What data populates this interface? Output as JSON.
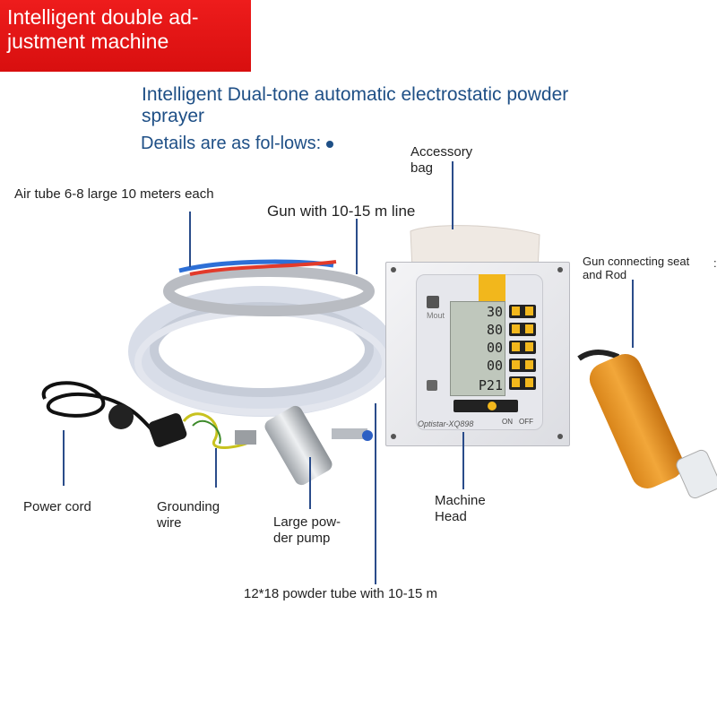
{
  "banner": {
    "text": "Intelligent double ad-justment machine"
  },
  "subtitle": "Intelligent Dual-tone automatic electrostatic powder sprayer",
  "details": "Details are as fol-lows:",
  "labels": {
    "air_tube": "Air tube 6-8 large 10 meters each",
    "gun_line": "Gun with 10-15 m line",
    "accessory_bag": "Accessory bag",
    "gun_seat": "Gun connecting seat and Rod",
    "power_cord": "Power cord",
    "grounding_wire": "Grounding wire",
    "powder_pump": "Large pow-der pump",
    "machine_head": "Machine Head",
    "powder_tube": "12*18 powder tube with 10-15 m"
  },
  "device": {
    "model": "Optistar-XQ898",
    "lcd_values": [
      "30",
      "80",
      "00",
      "00",
      "P21"
    ],
    "on_label": "ON",
    "off_label": "OFF",
    "mode_label": "Mout"
  },
  "colors": {
    "banner": "#e01515",
    "title_blue": "#1e4f86",
    "leader": "#2a4c8a",
    "gun_orange": "#e8951f",
    "panel_yellow": "#f2b71c"
  }
}
